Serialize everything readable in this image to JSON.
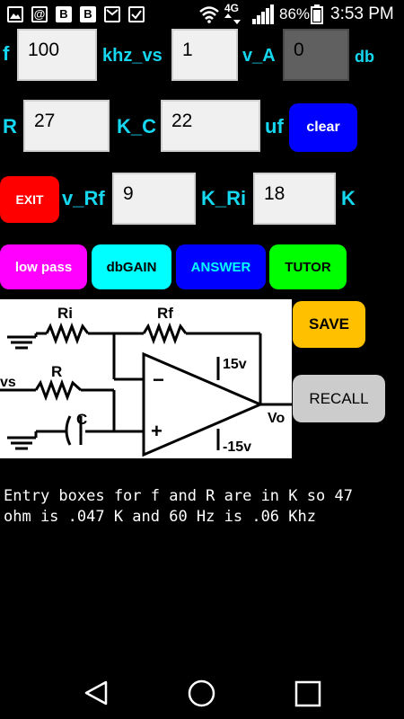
{
  "status_bar": {
    "battery_percent": "86%",
    "time": "3:53 PM",
    "network_label": "4G",
    "notification_icons": [
      "image-icon",
      "at-icon",
      "b-icon",
      "b-icon",
      "mail-icon",
      "clipboard-check-icon"
    ]
  },
  "row1": {
    "f_label": "f",
    "f_value": "100",
    "unit_label": "khz_vs",
    "vs_value": "1",
    "va_label": "v_A",
    "va_value": "0",
    "db_label": "db"
  },
  "row2": {
    "r_label": "R",
    "r_value": "27",
    "kc_label": "K_C",
    "c_value": "22",
    "uf_label": "uf",
    "clear_label": "clear"
  },
  "row3": {
    "exit_label": "EXIT",
    "vrf_label": "v_Rf",
    "rf_value": "9",
    "kri_label": "K_Ri",
    "ri_value": "18",
    "k_label": "K"
  },
  "buttons": {
    "low_pass": "low pass",
    "db_gain": "dbGAIN",
    "answer": "ANSWER",
    "tutor": "TUTOR",
    "save": "SAVE",
    "recall": "RECALL"
  },
  "circuit": {
    "ri": "Ri",
    "rf": "Rf",
    "vs": "vs",
    "r": "R",
    "c": "C",
    "pos_supply": "15v",
    "neg_supply": "-15v",
    "vo": "Vo",
    "minus": "−",
    "plus": "+"
  },
  "info_text": "Entry boxes for f and R are in K so 47\nohm is .047 K and 60 Hz is .06 Khz",
  "colors": {
    "label": "#16d7f0",
    "clear_btn": "#0000ff",
    "exit_btn": "#ff0000",
    "low_pass_btn": "#ff00ff",
    "db_gain_btn": "#00ffff",
    "answer_btn": "#0000ff",
    "tutor_btn": "#00ff00",
    "save_btn": "#ffc000",
    "recall_btn": "#cccccc"
  }
}
